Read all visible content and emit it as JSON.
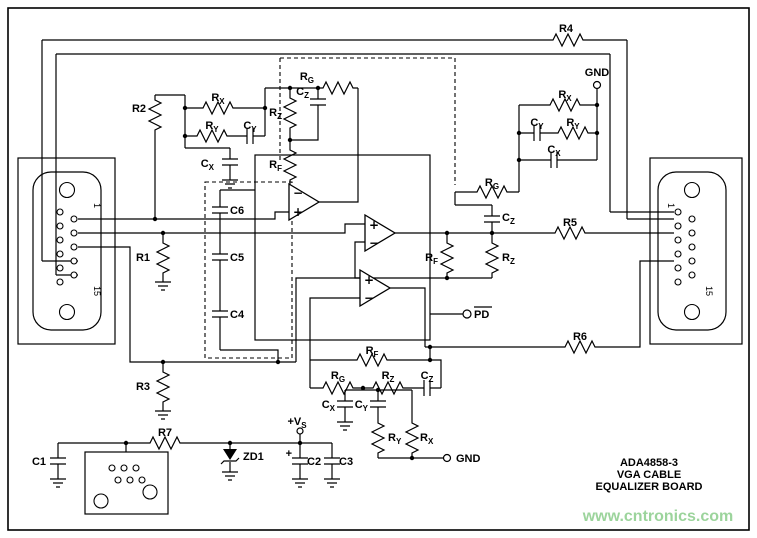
{
  "meta": {
    "background": "#ffffff",
    "line_color": "#000000",
    "watermark_color": "#9cd49c"
  },
  "watermark": "www.cntronics.com",
  "title_block": {
    "line1": "ADA4858-3",
    "line2": "VGA CABLE",
    "line3": "EQUALIZER BOARD"
  },
  "labels": {
    "r1": "R1",
    "r2": "R2",
    "r3": "R3",
    "r4": "R4",
    "r5": "R5",
    "r6": "R6",
    "r7": "R7",
    "c1": "C1",
    "c2": "C2",
    "c3": "C3",
    "c4": "C4",
    "c5": "C5",
    "c6": "C6",
    "zd1": "ZD1",
    "gnd": "GND",
    "pd": "PD",
    "plus": "+",
    "minus": "−",
    "pin1": "1",
    "pin15": "15",
    "vs": {
      "b": "+V",
      "s": "S"
    },
    "rx": {
      "b": "R",
      "s": "X"
    },
    "ry": {
      "b": "R",
      "s": "Y"
    },
    "rz": {
      "b": "R",
      "s": "Z"
    },
    "rf": {
      "b": "R",
      "s": "F"
    },
    "rg": {
      "b": "R",
      "s": "G"
    },
    "cx": {
      "b": "C",
      "s": "X"
    },
    "cy": {
      "b": "C",
      "s": "Y"
    },
    "cz": {
      "b": "C",
      "s": "Z"
    }
  }
}
